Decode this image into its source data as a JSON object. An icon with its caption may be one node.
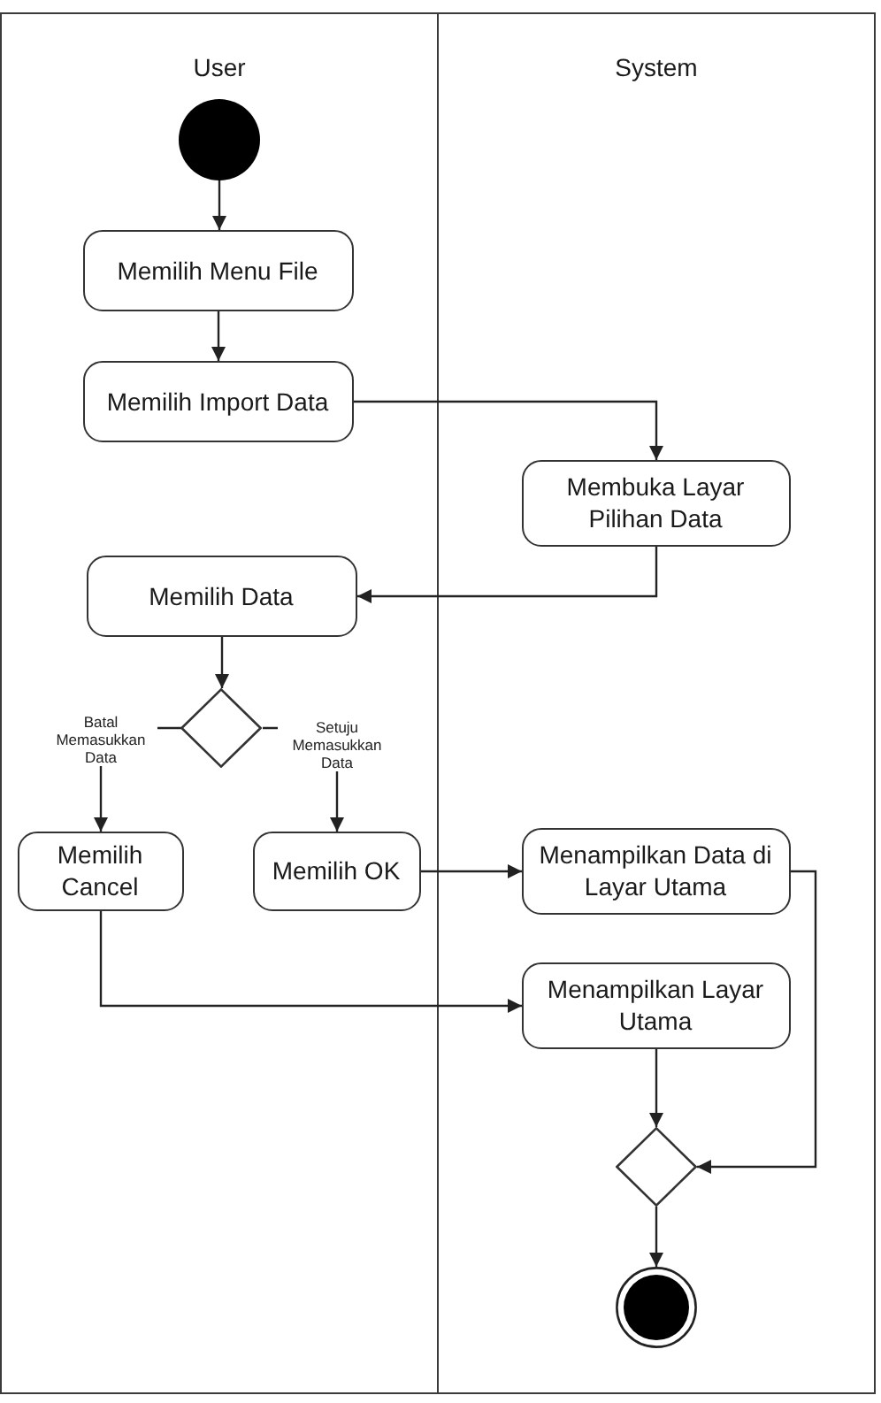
{
  "diagram": {
    "nodes": [
      {
        "text": [
          "User"
        ]
      },
      {
        "text": [
          "System"
        ]
      },
      {
        "text": [],
        "shape": "circle",
        "in": 0
      },
      {
        "text": [
          "Memilih Menu File"
        ],
        "in": 0
      },
      {
        "text": [
          "Memilih Import Data"
        ],
        "in": 0
      },
      {
        "text": [
          "Membuka Layar Pilihan Data"
        ],
        "in": 1
      },
      {
        "text": [
          "Memilih Data"
        ],
        "in": 0
      },
      {
        "text": [],
        "shape": "diamond",
        "in": 0
      },
      {
        "text": [
          "Memilih Cancel"
        ],
        "in": 0
      },
      {
        "text": [
          "Memilih OK"
        ],
        "in": 0
      },
      {
        "text": [
          "Menampilkan Data di Layar Utama"
        ],
        "in": 1
      },
      {
        "text": [
          "Menampilkan Layar Utama"
        ],
        "in": 1
      },
      {
        "text": [],
        "shape": "diamond",
        "in": 1
      },
      {
        "text": [],
        "shape": "circle",
        "in": 1
      }
    ],
    "edges": [
      {
        "from": 2,
        "to": 3,
        "arrow": "to"
      },
      {
        "from": 3,
        "to": 4,
        "arrow": "to"
      },
      {
        "from": 4,
        "to": 5,
        "arrow": "to"
      },
      {
        "from": 5,
        "to": 6,
        "arrow": "to"
      },
      {
        "from": 6,
        "to": 7,
        "arrow": "to"
      },
      {
        "from": 7,
        "to": 8,
        "arrow": "to",
        "label": "Batal Memasukkan Data"
      },
      {
        "from": 7,
        "to": 9,
        "arrow": "to",
        "label": "Setuju Memasukkan Data"
      },
      {
        "from": 9,
        "to": 10,
        "arrow": "to"
      },
      {
        "from": 8,
        "to": 11,
        "arrow": "to"
      },
      {
        "from": 10,
        "to": 12,
        "arrow": "to"
      },
      {
        "from": 11,
        "to": 12,
        "arrow": "to"
      },
      {
        "from": 12,
        "to": 13,
        "arrow": "to"
      }
    ]
  }
}
